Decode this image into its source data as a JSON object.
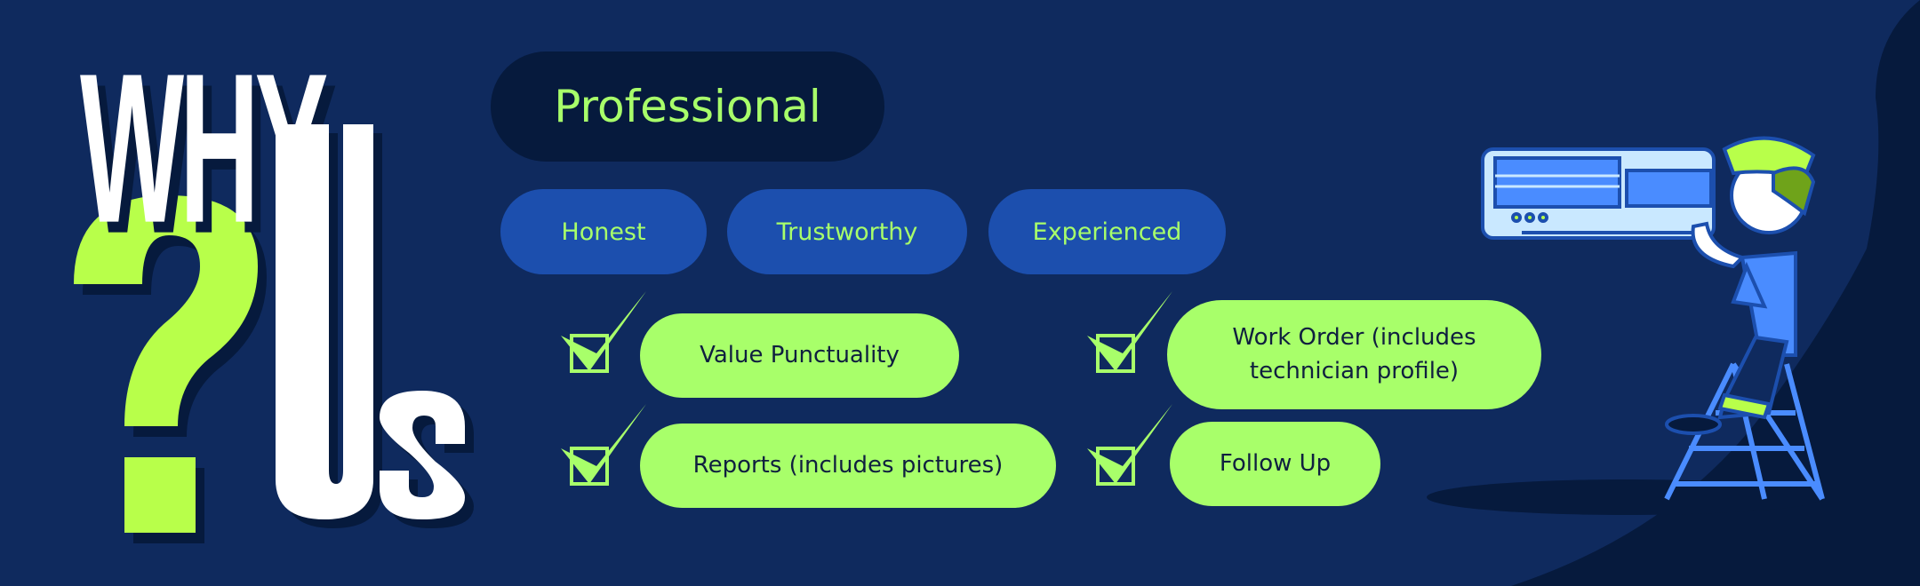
{
  "headline": {
    "why": "WHY",
    "question": "?",
    "us": "US"
  },
  "main_value": "Professional",
  "tags": [
    "Honest",
    "Trustworthy",
    "Experienced"
  ],
  "features": [
    {
      "label": "Value Punctuality"
    },
    {
      "label": "Reports (includes pictures)"
    },
    {
      "label": "Work Order (includes technician profile)"
    },
    {
      "label": "Follow Up"
    }
  ],
  "colors": {
    "background": "#0f2a5e",
    "dark": "#061a3d",
    "accent": "#a8ff6a",
    "tag": "#1c4fae",
    "headline_green": "#b8ff4a"
  }
}
